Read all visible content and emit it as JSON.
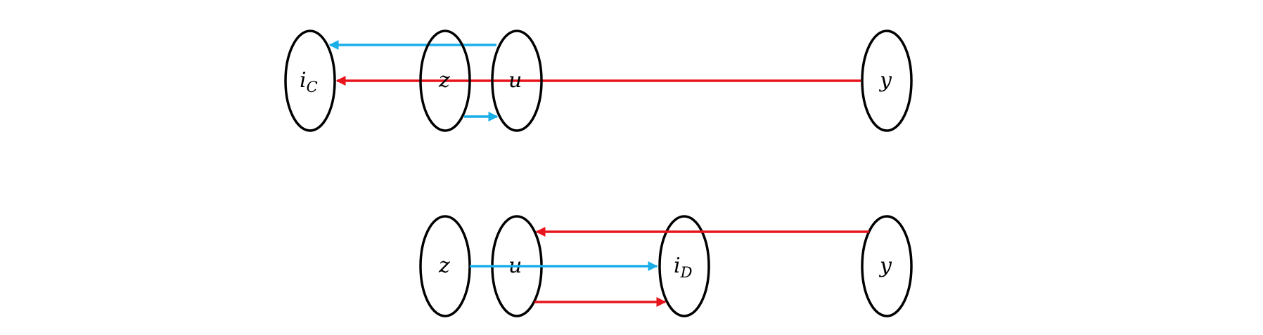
{
  "colors": {
    "blue": "#1AAEE8",
    "red": "#E8141B",
    "node_stroke": "#000000"
  },
  "top_diagram": {
    "nodes": {
      "iC": {
        "main": "i",
        "sub": "C"
      },
      "z": {
        "main": "z"
      },
      "u": {
        "main": "u"
      },
      "y": {
        "main": "y"
      }
    },
    "edges": [
      {
        "from": "u",
        "to": "iC",
        "color": "blue"
      },
      {
        "from": "y",
        "to": "iC",
        "color": "red"
      },
      {
        "from": "z",
        "to": "u",
        "color": "blue"
      }
    ]
  },
  "bottom_diagram": {
    "nodes": {
      "z": {
        "main": "z"
      },
      "u": {
        "main": "u"
      },
      "iD": {
        "main": "i",
        "sub": "D"
      },
      "y": {
        "main": "y"
      }
    },
    "edges": [
      {
        "from": "y",
        "to": "u",
        "color": "red"
      },
      {
        "from": "z",
        "to": "iD",
        "color": "blue"
      },
      {
        "from": "u",
        "to": "iD",
        "color": "red"
      }
    ]
  }
}
